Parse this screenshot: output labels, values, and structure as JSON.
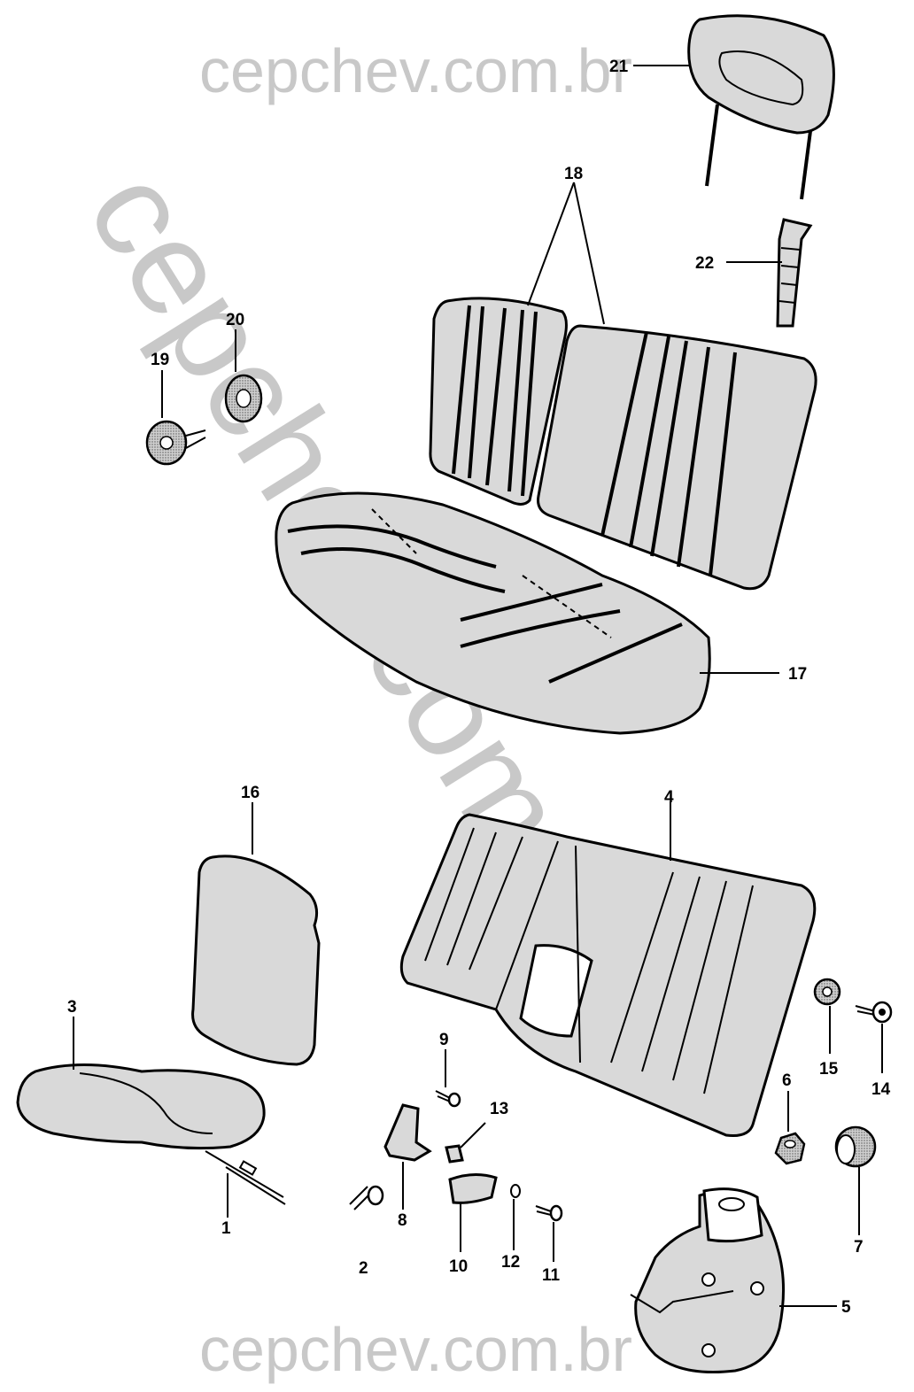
{
  "watermark": {
    "top": "cepchev.com.br",
    "bottom": "cepchev.com.br",
    "diagonal": "cepchev.com.br"
  },
  "callouts": [
    {
      "id": "c1",
      "text": "1"
    },
    {
      "id": "c2",
      "text": "2"
    },
    {
      "id": "c3",
      "text": "3"
    },
    {
      "id": "c4",
      "text": "4"
    },
    {
      "id": "c5",
      "text": "5"
    },
    {
      "id": "c6",
      "text": "6"
    },
    {
      "id": "c7",
      "text": "7"
    },
    {
      "id": "c8",
      "text": "8"
    },
    {
      "id": "c9",
      "text": "9"
    },
    {
      "id": "c10",
      "text": "10"
    },
    {
      "id": "c11",
      "text": "11"
    },
    {
      "id": "c12",
      "text": "12"
    },
    {
      "id": "c13",
      "text": "13"
    },
    {
      "id": "c14",
      "text": "14"
    },
    {
      "id": "c15",
      "text": "15"
    },
    {
      "id": "c16",
      "text": "16"
    },
    {
      "id": "c17",
      "text": "17"
    },
    {
      "id": "c18",
      "text": "18"
    },
    {
      "id": "c19",
      "text": "19"
    },
    {
      "id": "c20",
      "text": "20"
    },
    {
      "id": "c21",
      "text": "21"
    },
    {
      "id": "c22",
      "text": "22"
    }
  ]
}
